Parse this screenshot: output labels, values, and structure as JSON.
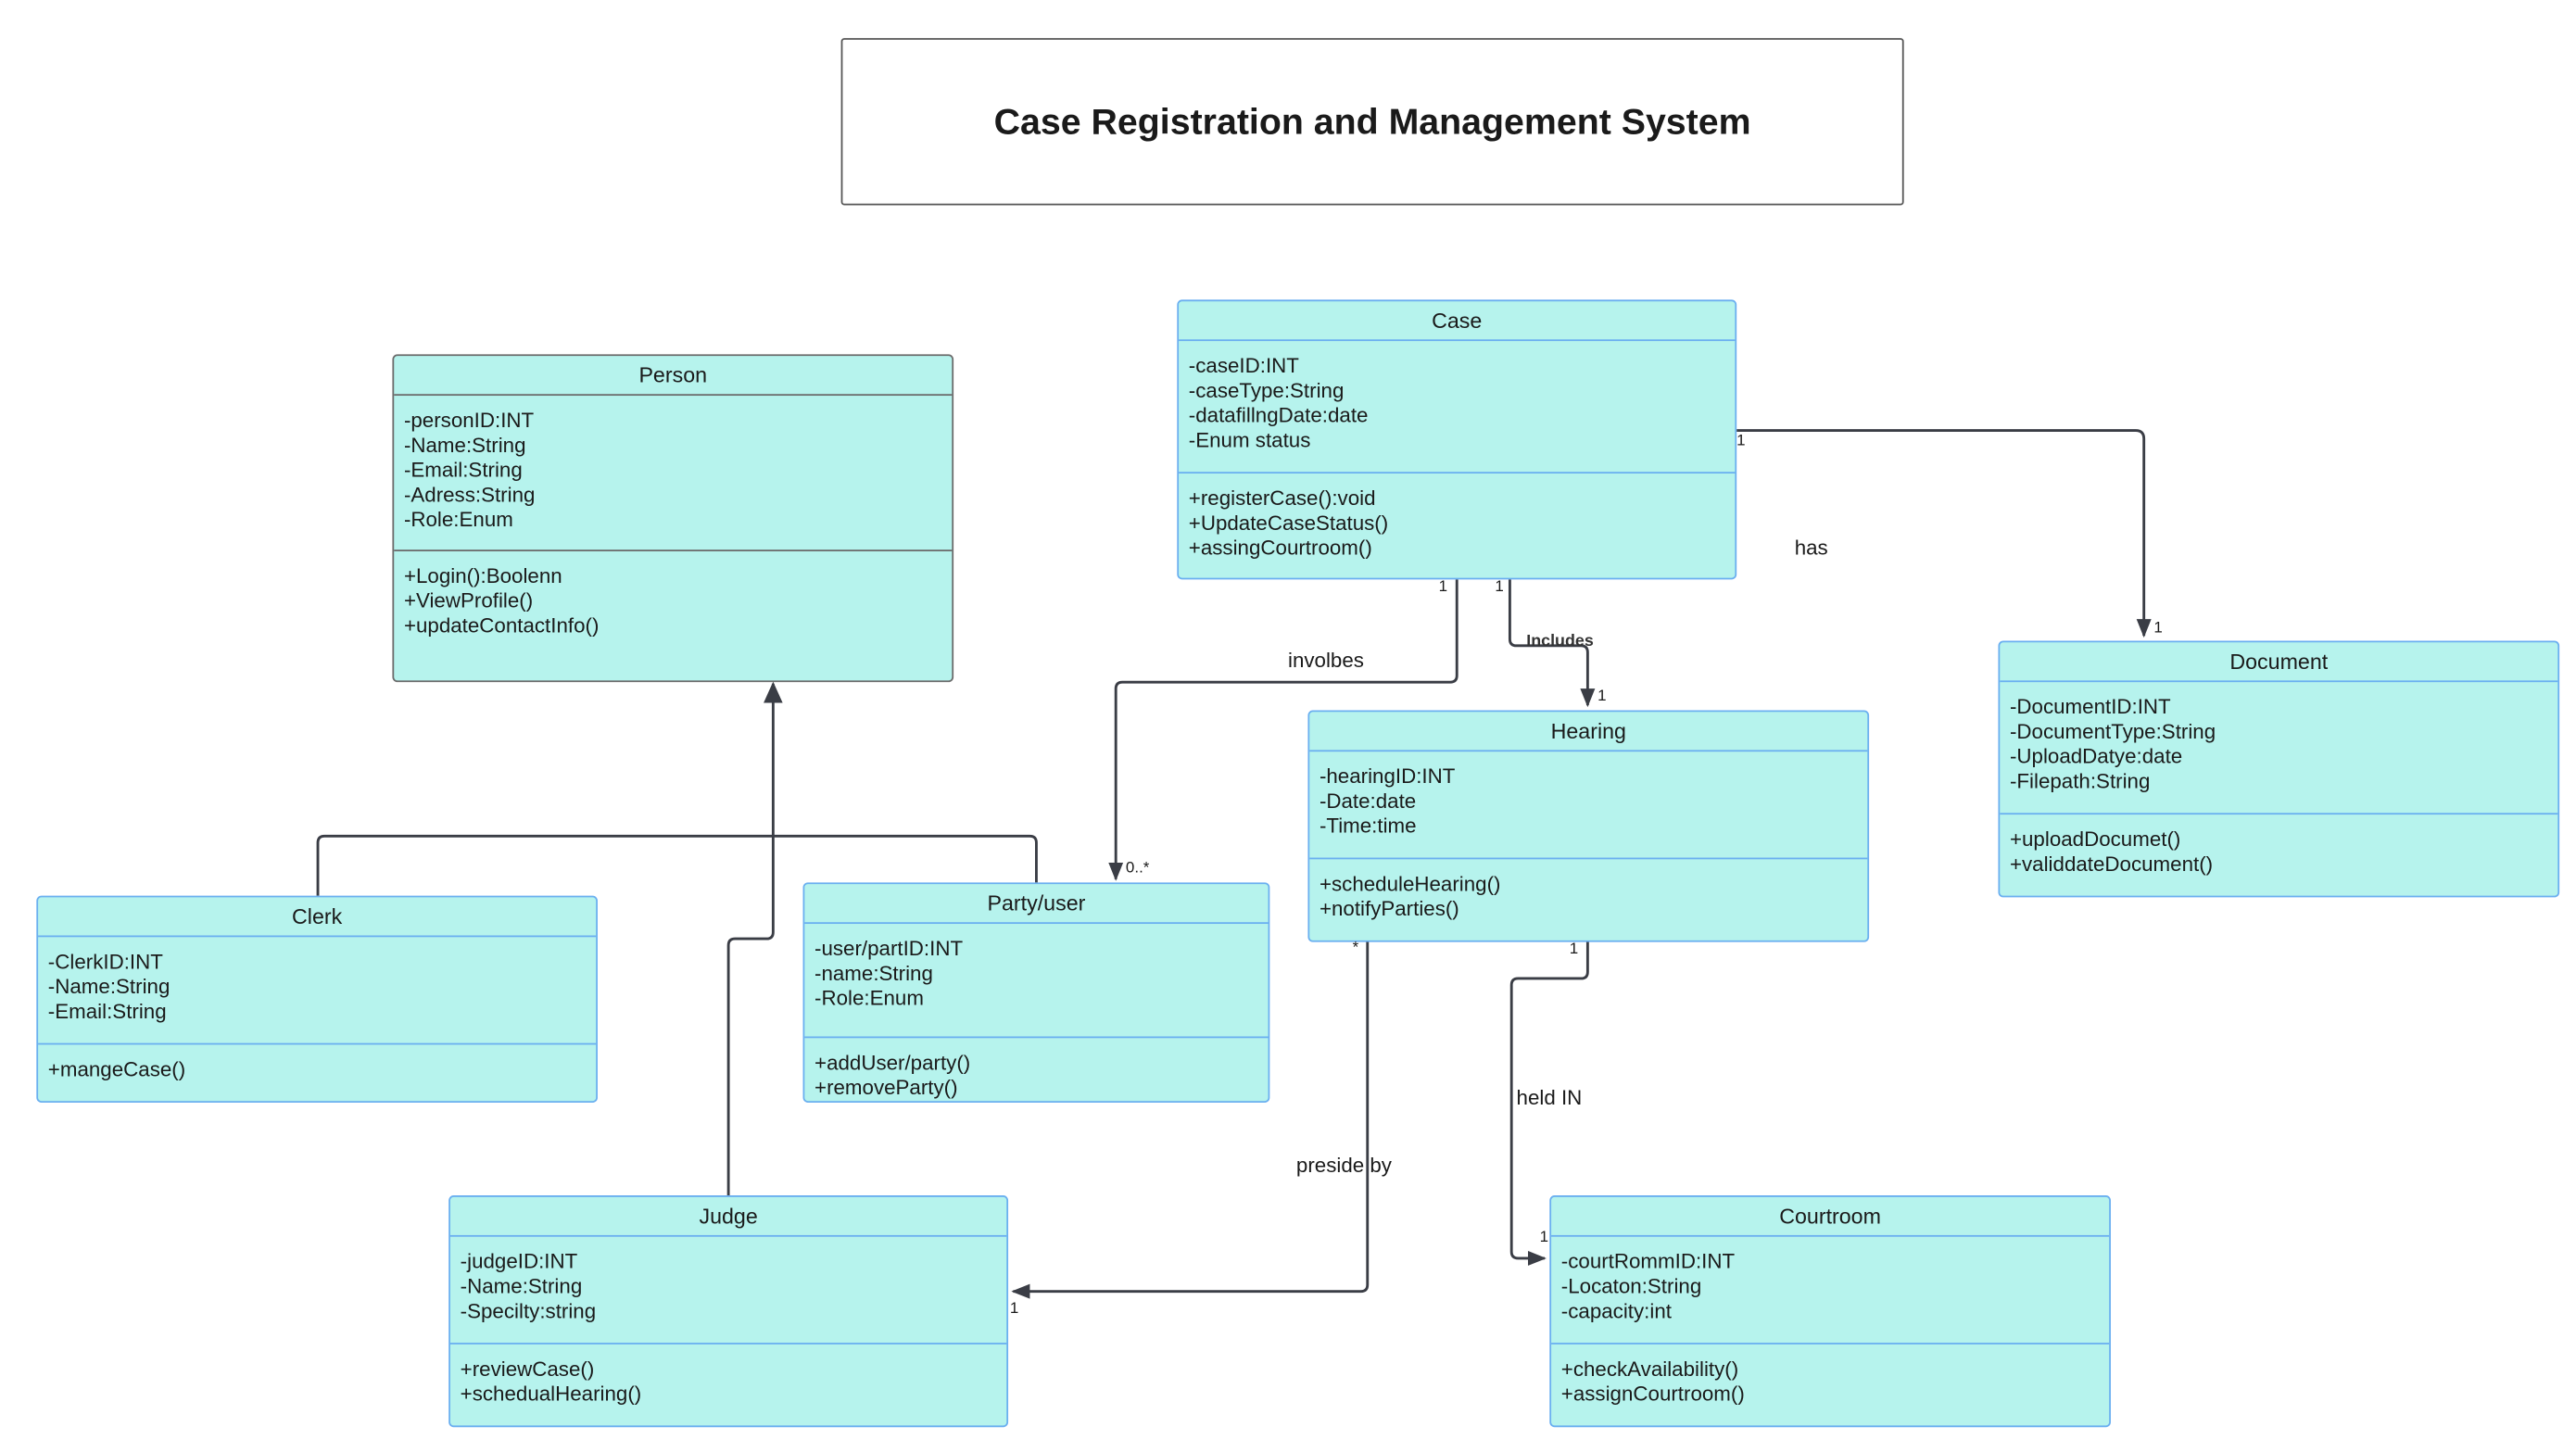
{
  "title": "Case Registration and Management System",
  "colors": {
    "class_fill": "#b6f3ed",
    "class_border": "#6aaff0",
    "person_border": "#6b6b6b",
    "edge": "#3a3d45"
  },
  "classes": {
    "case": {
      "name": "Case",
      "attributes": [
        "-caseID:INT",
        "-caseType:String",
        "-datafillngDate:date",
        "-Enum status"
      ],
      "methods": [
        "+registerCase():void",
        "+UpdateCaseStatus()",
        "+assingCourtroom()"
      ]
    },
    "person": {
      "name": "Person",
      "attributes": [
        "-personID:INT",
        "-Name:String",
        "-Email:String",
        "-Adress:String",
        "-Role:Enum"
      ],
      "methods": [
        "+Login():Boolenn",
        "+ViewProfile()",
        "+updateContactInfo()"
      ]
    },
    "document": {
      "name": "Document",
      "attributes": [
        "-DocumentID:INT",
        "-DocumentType:String",
        "-UploadDatye:date",
        "-Filepath:String"
      ],
      "methods": [
        "+uploadDocumet()",
        "+validdateDocument()"
      ]
    },
    "hearing": {
      "name": "Hearing",
      "attributes": [
        "-hearingID:INT",
        "-Date:date",
        "-Time:time"
      ],
      "methods": [
        "+scheduleHearing()",
        "+notifyParties()"
      ]
    },
    "clerk": {
      "name": "Clerk",
      "attributes": [
        "-ClerkID:INT",
        "-Name:String",
        "-Email:String"
      ],
      "methods": [
        "+mangeCase()"
      ]
    },
    "party": {
      "name": "Party/user",
      "attributes": [
        "-user/partID:INT",
        "-name:String",
        "-Role:Enum"
      ],
      "methods": [
        "+addUser/party()",
        "+removeParty()"
      ]
    },
    "judge": {
      "name": "Judge",
      "attributes": [
        "-judgeID:INT",
        "-Name:String",
        "-Specilty:string"
      ],
      "methods": [
        "+reviewCase()",
        "+schedualHearing()"
      ]
    },
    "courtroom": {
      "name": "Courtroom",
      "attributes": [
        "-courtRommID:INT",
        "-Locaton:String",
        "-capacity:int"
      ],
      "methods": [
        "+checkAvailability()",
        "+assignCourtroom()"
      ]
    }
  },
  "relationships": {
    "case_document": {
      "label": "has",
      "source_mult": "1",
      "target_mult": "1"
    },
    "case_party": {
      "label": "involbes",
      "source_mult": "1",
      "target_mult": "0..*"
    },
    "case_hearing": {
      "label": "Includes",
      "source_mult": "1",
      "target_mult": "1"
    },
    "hearing_courtroom": {
      "label": "held IN",
      "source_mult": "1",
      "target_mult": "1"
    },
    "hearing_judge": {
      "label": "preside by",
      "source_mult": "*",
      "target_mult": "1"
    }
  }
}
